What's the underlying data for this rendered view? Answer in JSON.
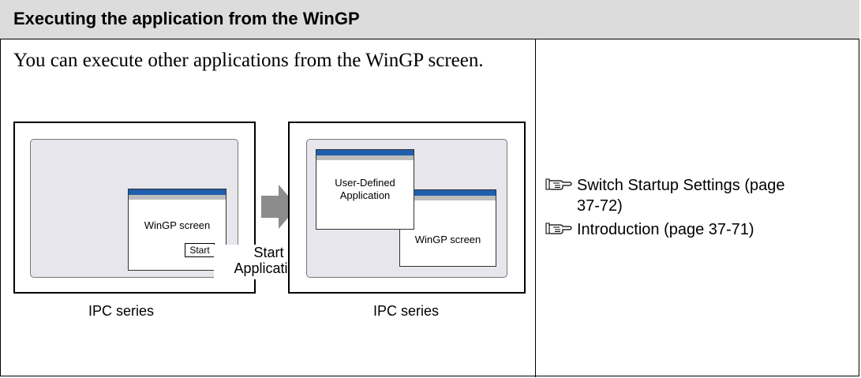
{
  "header": {
    "title": "Executing the application from the WinGP"
  },
  "intro": {
    "text": "You can execute other applications from the WinGP screen."
  },
  "diagram": {
    "left_panel": {
      "window_label": "WinGP screen",
      "button_label": "Start",
      "caption": "IPC series"
    },
    "arrow": {
      "line1": "Start",
      "line2": "Application"
    },
    "right_panel": {
      "user_window_line1": "User-Defined",
      "user_window_line2": "Application",
      "wingp_window_label": "WinGP screen",
      "caption": "IPC series"
    }
  },
  "links": [
    {
      "icon": "pointing-hand-icon",
      "line1": "Switch Startup Settings (page",
      "line2": "37-72)"
    },
    {
      "icon": "pointing-hand-icon",
      "line1": "Introduction (page 37-71)",
      "line2": ""
    }
  ],
  "colors": {
    "header_bg": "#dcdcdc",
    "titlebar": "#1f5fad",
    "screen_bg": "#e6e6ec",
    "arrow": "#8c8c8c"
  }
}
